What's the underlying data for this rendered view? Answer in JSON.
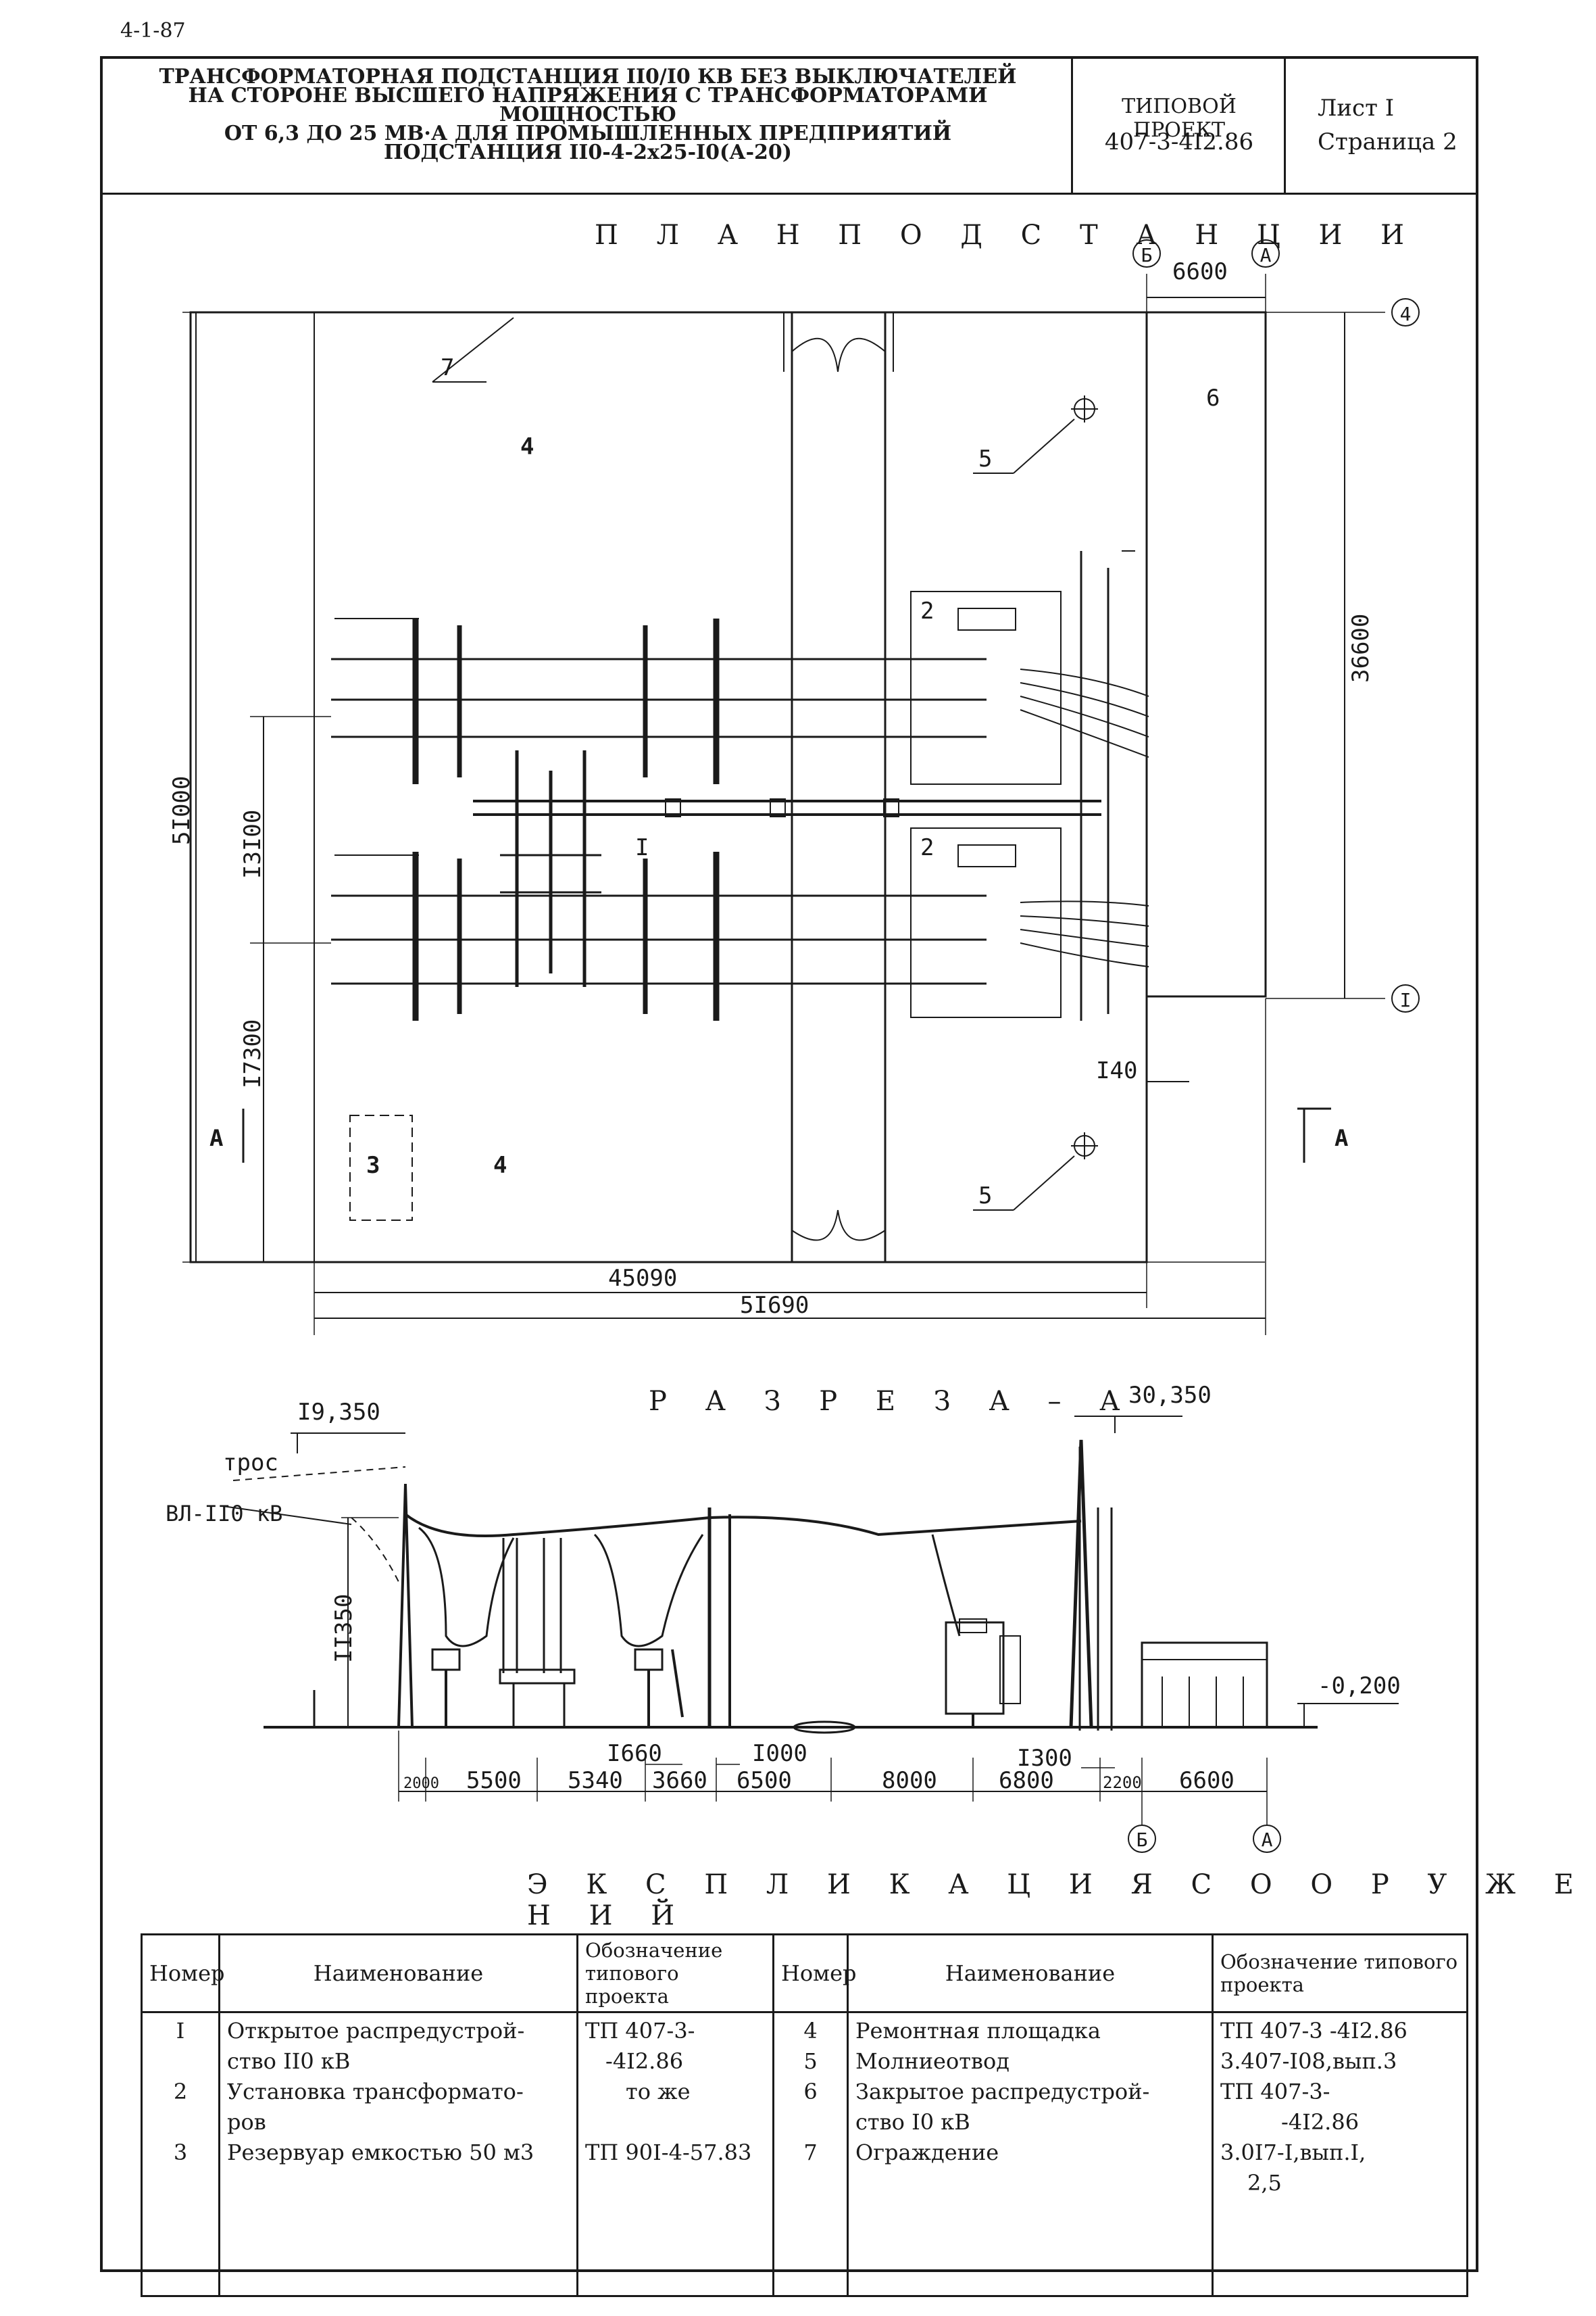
{
  "doc": {
    "code": "4-1-87",
    "title_lines": [
      "ТРАНСФОРМАТОРНАЯ ПОДСТАНЦИЯ II0/I0 КВ БЕЗ ВЫКЛЮЧАТЕЛЕЙ",
      "НА СТОРОНЕ ВЫСШЕГО НАПРЯЖЕНИЯ С ТРАНСФОРМАТОРАМИ МОЩНОСТЬЮ",
      "ОТ 6,3 ДО 25 МВ·А ДЛЯ ПРОМЫШЛЕННЫХ ПРЕДПРИЯТИЙ",
      "ПОДСТАНЦИЯ II0-4-2x25-I0(А-20)"
    ],
    "project_label": "ТИПОВОЙ ПРОЕКТ",
    "project_number": "407-3-4I2.86",
    "sheet_label": "Лист I",
    "page_label": "Страница 2"
  },
  "plan": {
    "heading": "П Л А Н   П О Д С Т А Н Ц И И",
    "axis_labels": [
      "Б",
      "А",
      "4",
      "I"
    ],
    "dims": {
      "d6600": "6600",
      "d36600": "36600",
      "d51000": "5I000",
      "d13100": "I3I00",
      "d17300": "I7300",
      "d45090": "45090",
      "d51690": "5I690",
      "d140": "I40"
    },
    "callouts": [
      "7",
      "4",
      "5",
      "6",
      "2",
      "2",
      "I",
      "3",
      "4",
      "5"
    ],
    "section_mark": "А"
  },
  "section": {
    "heading": "Р А З Р Е З   А – А",
    "elev_left": "I9,350",
    "elev_right": "30,350",
    "elev_ground": "-0,200",
    "label_cable": "трос",
    "label_line": "ВЛ-II0 кВ",
    "dim_height": "II350",
    "dims_bottom": [
      "2000",
      "5500",
      "5340",
      "3660",
      "6500",
      "8000",
      "6800",
      "2200",
      "6600"
    ],
    "dim_1660": "I660",
    "dim_1000": "I000",
    "dim_1300": "I300",
    "axis_labels": [
      "Б",
      "А"
    ]
  },
  "explication": {
    "heading": "Э К С П Л И К А Ц И Я   С О О Р У Ж Е Н И Й",
    "headers": [
      "Номер",
      "Наименование",
      "Обозначение типового проекта",
      "Номер",
      "Наименование",
      "Обозначение типового проекта"
    ],
    "rows_left": [
      {
        "num": "I",
        "name": [
          "Открытое распредустрой-",
          "ство II0 кВ"
        ],
        "code": [
          "ТП 407-3-",
          "-4I2.86"
        ]
      },
      {
        "num": "2",
        "name": [
          "Установка трансформато-",
          "ров"
        ],
        "code": [
          "то же"
        ]
      },
      {
        "num": "3",
        "name": [
          "Резервуар емкостью 50 м3"
        ],
        "code": [
          "ТП 90I-4-57.83"
        ]
      }
    ],
    "rows_right": [
      {
        "num": "4",
        "name": [
          "Ремонтная площадка"
        ],
        "code": [
          "ТП 407-3 -4I2.86"
        ]
      },
      {
        "num": "5",
        "name": [
          "Молниеотвод"
        ],
        "code": [
          "3.407-I08,вып.3"
        ]
      },
      {
        "num": "6",
        "name": [
          "Закрытое распредустрой-",
          "ство I0 кВ"
        ],
        "code": [
          "ТП 407-3-",
          "-4I2.86"
        ]
      },
      {
        "num": "7",
        "name": [
          "Ограждение"
        ],
        "code": [
          "3.0I7-I,вып.I,",
          "2,5"
        ]
      }
    ]
  }
}
